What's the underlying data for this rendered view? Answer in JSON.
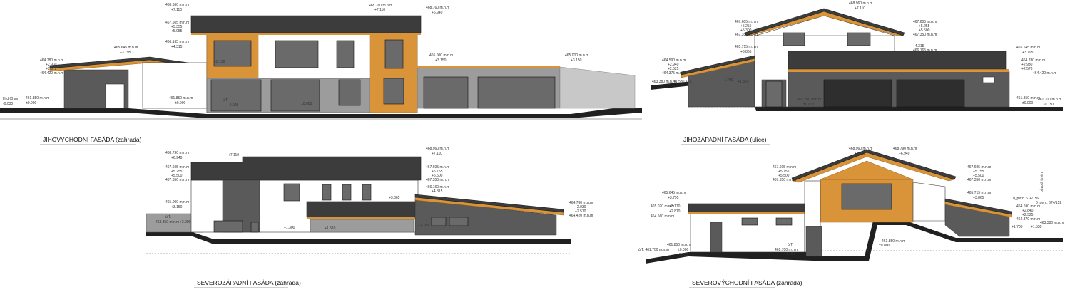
{
  "elevations": [
    {
      "id": "jv",
      "title": "JIHOVÝCHODNÍ FASÁDA (zahrada)",
      "levels": {
        "a1": "468.360 m.n.m",
        "a2": "+7.110",
        "b1": "468.760 m.n.m",
        "b2": "+7.110",
        "c1": "468.760 m.n.m",
        "c2": "+6.940",
        "d1": "467.605 m.n.m",
        "d2": "+5.355",
        "d3": "+5.055",
        "e1": "466.165 m.n.m",
        "e2": "+4.315",
        "f1": "465.645 m.n.m",
        "f2": "+3.795",
        "g1": "464.780 m.n.m",
        "g2": "+2.930",
        "g3": "+2.572",
        "g4": "464.420 m.n.m",
        "h1": "465.000 m.n.m",
        "h2": "+3.150",
        "i1": "465.000 m.n.m",
        "i2": "+3.150",
        "j1": "461.850 m.n.m",
        "j2": "±0.000",
        "k1": "461.850 m.n.m",
        "k2": "±0.000",
        "l1": "Hrd.Cham",
        "l2": "-0.030",
        "m1": "+3.150",
        "m2": "±0.000",
        "m3": "ú.T.",
        "m4": "-0.008"
      }
    },
    {
      "id": "jz",
      "title": "JIHOZÁPADNÍ FASÁDA (ulice)",
      "levels": {
        "a1": "468.960 m.n.m",
        "a2": "+7.110",
        "b1": "467.605 m.n.m",
        "b2": "+5.255",
        "b3": "+5.300",
        "b4": "467.350 m.n.m",
        "c1": "467.605 m.n.m",
        "c2": "+5.255",
        "c3": "+5.500",
        "c4": "467.350 m.n.m",
        "d1": "465.715 m.n.m",
        "d2": "+3.865",
        "e1": "+4.315",
        "e2": "466.165 m.n.m",
        "f1": "465.645 m.n.m",
        "f2": "+3.795",
        "g1": "464.590 m.n.m",
        "g2": "+2.940",
        "g3": "+2.525",
        "g4": "464.375 m.n.m",
        "h1": "464.780 m.n.m",
        "h2": "+2.930",
        "h3": "+2.570",
        "h4": "464.420 m.n.m",
        "i1": "463.380 m.n.m",
        "i2": "+1.530",
        "i3": "ú.T.",
        "j1": "+1.700",
        "j2": "+1.570",
        "k1": "461.850 m.n.m",
        "k2": "±0.000",
        "l1": "461.850 m.n.m",
        "l2": "±0.000",
        "l3": "461.700 m.n.m",
        "l4": "-0.150"
      }
    },
    {
      "id": "sz",
      "title": "SEVEROZÁPADNÍ FASÁDA (zahrada)",
      "levels": {
        "a1": "468.790 m.n.m",
        "a2": "+6.940",
        "b1": "+7.110",
        "c1": "468.960 m.n.m",
        "c2": "+7.110",
        "d1": "467.605 m.n.m",
        "d2": "+5.255",
        "d3": "+5.500",
        "d4": "467.350 m.n.m",
        "e1": "467.605 m.n.m",
        "e2": "+5.755",
        "e3": "+5.500",
        "e4": "467.350 m.n.m",
        "f1": "+3.865",
        "g1": "466.160 m.n.m",
        "g2": "+4.315",
        "h1": "465.000 m.n.m",
        "h2": "+3.150",
        "i1": "ú.T.",
        "i2": "463.850 m.n.m",
        "i3": "+2.000",
        "j1": "+1.300",
        "j2": "+1.760",
        "j3": "+1.510",
        "k1": "464.780 m.n.m",
        "k2": "+2.930",
        "k3": "+2.570",
        "k4": "464.420 m.n.m"
      }
    },
    {
      "id": "sv",
      "title": "SEVEROVÝCHODNÍ FASÁDA (zahrada)",
      "levels": {
        "a1": "468.960 m.n.m",
        "a2": "+7.110",
        "b1": "468.790 m.n.m",
        "b2": "+6.940",
        "c1": "467.605 m.n.m",
        "c2": "+5.755",
        "c3": "+5.500",
        "c4": "467.350 m.n.m",
        "d1": "467.605 m.n.m",
        "d2": "+5.755",
        "d3": "+5.500",
        "d4": "467.350 m.n.m",
        "e1": "465.645 m.n.m",
        "e2": "+3.795",
        "f1": "465.715 m.n.m",
        "f2": "+3.865",
        "g1": "465.020 m.n.m",
        "g2": "+3.170",
        "g3": "+2.810",
        "g4": "464.660 m.n.m",
        "h1": "464.690 m.n.m",
        "h2": "+2.840",
        "h3": "+2.525",
        "h4": "464.370 m.n.m",
        "i1": "±0.000",
        "i2": "461.850 m.n.m",
        "j1": "ú.T.",
        "j2": "461.700 m.n.m",
        "j3": "-0.150",
        "k1": "±0.000",
        "k2": "461.850 m.n.m",
        "l1": "+1.700",
        "l2": "+1.530",
        "l3": "463.380 m.n.m",
        "m1": "ú.T. 461.700 m.n.m",
        "m2": "-0.150",
        "n1": "původ. terén",
        "n2": "0_perc. 674/156",
        "n3": "0_perc. 674/152"
      }
    }
  ],
  "colors": {
    "roof": "#3c3c3c",
    "brick": "#5a5a5a",
    "wood": "#d9943a",
    "plaster": "#ffffff",
    "concrete": "#9c9c9c"
  }
}
